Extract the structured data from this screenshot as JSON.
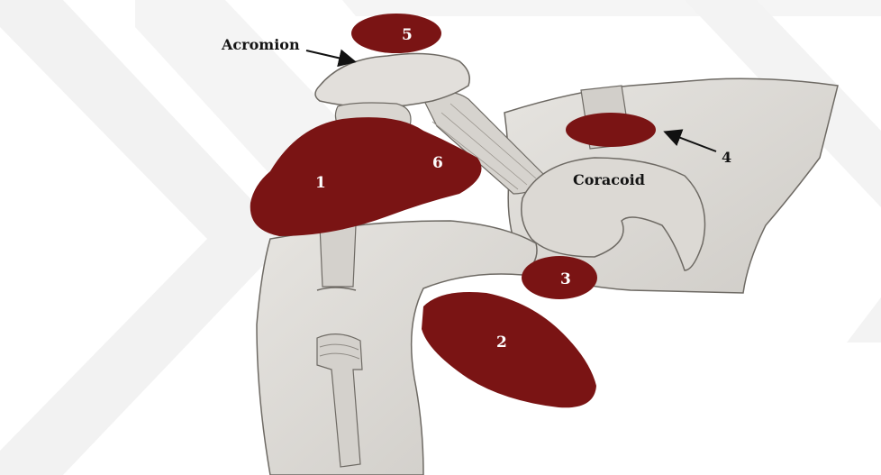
{
  "labels": {
    "acromion": "Acromion",
    "coracoid": "Coracoid",
    "region_1": "1",
    "region_2": "2",
    "region_3": "3",
    "region_4": "4",
    "region_5": "5",
    "region_6": "6"
  },
  "colors": {
    "region_fill": "#7a1414",
    "bone_fill": "#dcdad6",
    "bone_stroke": "#6e6a64",
    "watermark": "#f3f3f3",
    "background": "#ffffff"
  }
}
